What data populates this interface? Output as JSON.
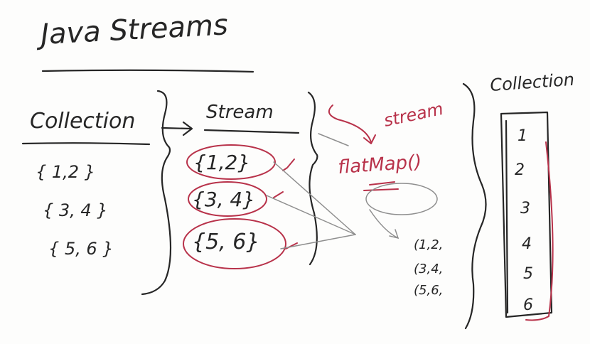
{
  "title": "Java Streams",
  "left_column": {
    "heading": "Collection",
    "items": [
      "{ 1,2 }",
      "{ 3, 4 }",
      "{ 5, 6 }"
    ]
  },
  "stream_column": {
    "heading": "Stream",
    "items": [
      "{1,2}",
      "{3, 4}",
      "{5, 6}"
    ]
  },
  "flatmap": {
    "label": "flatMap()",
    "annotation": "stream",
    "outputs": [
      "(1,2,",
      "(3,4,",
      "(5,6,"
    ]
  },
  "result_column": {
    "heading": "Collection",
    "items": [
      "1",
      "2",
      "3",
      "4",
      "5",
      "6"
    ]
  },
  "colors": {
    "ink": "#262626",
    "red": "#b8324a",
    "grey": "#8f8f8f"
  }
}
